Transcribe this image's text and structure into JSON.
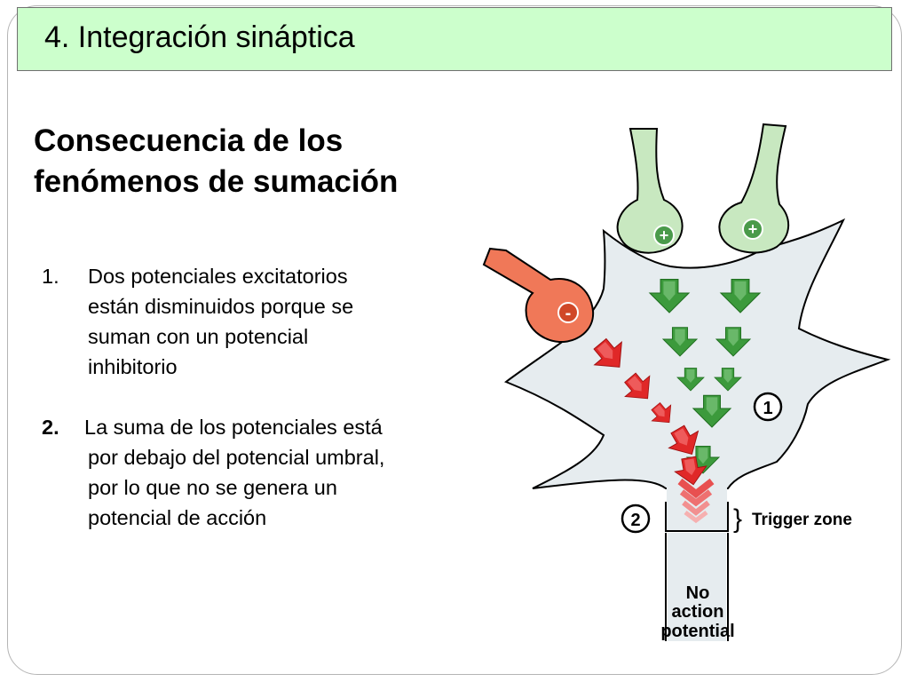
{
  "header": {
    "title": "4. Integración sináptica"
  },
  "subtitle": {
    "line1": "Consecuencia de los",
    "line2": "fenómenos de sumación"
  },
  "list": [
    {
      "number": "1.",
      "lines": [
        "Dos potenciales excitatorios",
        "están disminuidos porque se",
        "suman con un potencial",
        "inhibitorio"
      ]
    },
    {
      "number": "2.",
      "lines": [
        "La suma de los potenciales está",
        "por debajo del potencial umbral,",
        "por lo que no se genera un",
        "potencial de acción"
      ]
    }
  ],
  "diagram": {
    "excitatory_sign": "+",
    "inhibitory_sign": "-",
    "marker_1": "1",
    "marker_2": "2",
    "trigger_brace": "}",
    "trigger_zone_label": "Trigger zone",
    "outcome_lines": [
      "No",
      "action",
      "potential"
    ]
  },
  "colors": {
    "title_bg": "#ccffcc",
    "neuron_fill": "#e6ecef",
    "excitatory_fill": "#c8e8c0",
    "inhibitory_fill": "#f07858",
    "excitatory_arrow": "#3c9a3c",
    "inhibitory_arrow": "#e02828"
  }
}
